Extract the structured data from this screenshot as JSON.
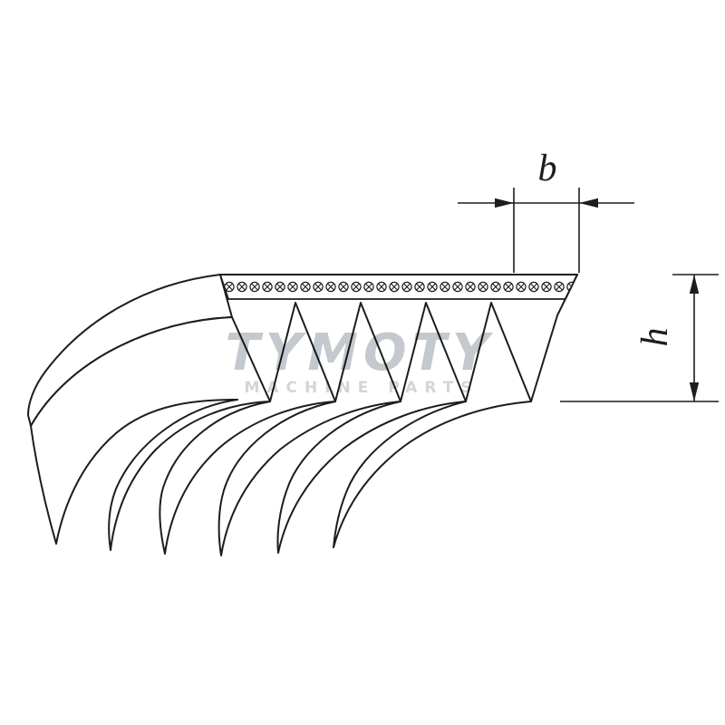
{
  "figure": {
    "type": "technical-line-drawing",
    "subject": "poly-v-ribbed-belt",
    "background_color": "#ffffff",
    "line_color": "#1d1d1d"
  },
  "dimensions": {
    "width_label": "b",
    "height_label": "h"
  },
  "watermark": {
    "title": "TYMOTY",
    "subtitle": "MACHINE PARTS",
    "title_color": "#c3c9ce",
    "subtitle_color": "#d2d6da"
  }
}
